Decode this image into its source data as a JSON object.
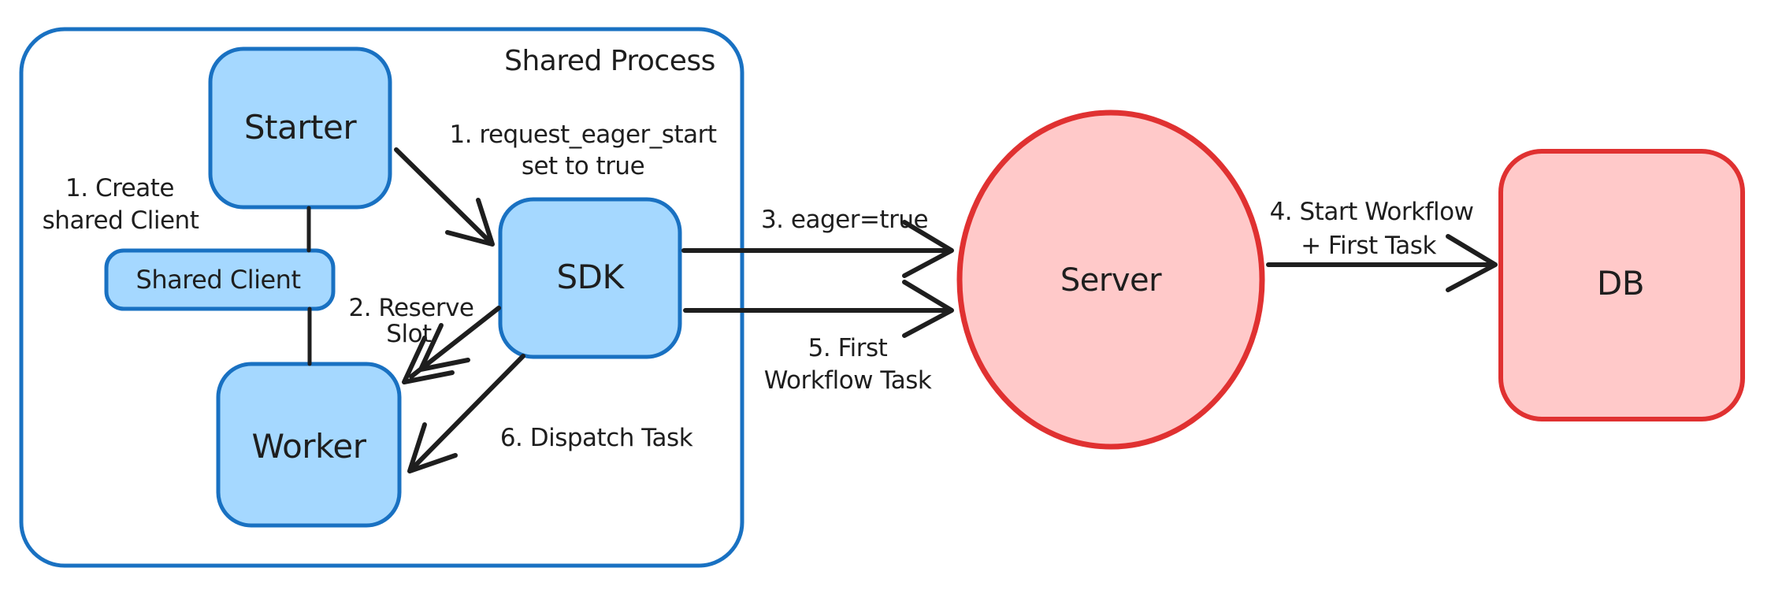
{
  "diagram": {
    "container": {
      "label": "Shared Process"
    },
    "nodes": {
      "starter": {
        "label": "Starter"
      },
      "shared_client": {
        "label": "Shared Client"
      },
      "worker": {
        "label": "Worker"
      },
      "sdk": {
        "label": "SDK"
      },
      "server": {
        "label": "Server"
      },
      "db": {
        "label": "DB"
      }
    },
    "annotations": {
      "create_shared_client": {
        "line1": "1. Create",
        "line2": "shared Client"
      },
      "request_eager_start": {
        "line1": "1. request_eager_start",
        "line2": "set to true"
      },
      "reserve_slot": {
        "line1": "2. Reserve",
        "line2": "Slot"
      },
      "eager_true": {
        "label": "3. eager=true"
      },
      "start_workflow": {
        "line1": "4. Start Workflow",
        "line2": "+ First Task"
      },
      "first_workflow_task": {
        "line1": "5. First",
        "line2": "Workflow Task"
      },
      "dispatch_task": {
        "label": "6. Dispatch Task"
      }
    },
    "colors": {
      "blue_stroke": "#1971c2",
      "blue_fill": "#a5d8ff",
      "red_stroke": "#e03131",
      "red_fill": "#ffc9c9",
      "text": "#1e1e1e",
      "background": "#ffffff"
    }
  }
}
